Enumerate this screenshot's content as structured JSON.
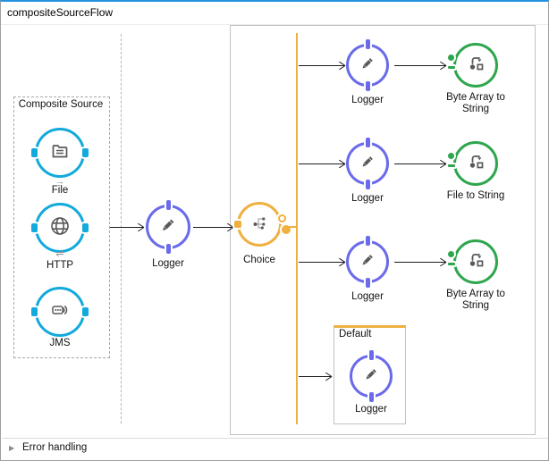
{
  "title": "compositeSourceFlow",
  "composite_source": {
    "label": "Composite Source",
    "sources": [
      {
        "label": "File",
        "icon": "file-icon",
        "direction_glyph": "→"
      },
      {
        "label": "HTTP",
        "icon": "globe-icon",
        "direction_glyph": "⇌"
      },
      {
        "label": "JMS",
        "icon": "jms-icon",
        "direction_glyph": ""
      }
    ]
  },
  "main_flow": {
    "logger_label": "Logger",
    "choice_label": "Choice"
  },
  "branches": [
    {
      "logger_label": "Logger",
      "target_label": "Byte Array to String"
    },
    {
      "logger_label": "Logger",
      "target_label": "File to String"
    },
    {
      "logger_label": "Logger",
      "target_label": "Byte Array to String"
    }
  ],
  "default_branch": {
    "label": "Default",
    "logger_label": "Logger"
  },
  "error_handling": {
    "label": "Error handling",
    "collapsed": true
  },
  "colors": {
    "top_border": "#2493df",
    "source_circle": "#12a9dc",
    "logger_circle": "#6a6bea",
    "choice_circle": "#efb041",
    "transformer_circle": "#2fa64e",
    "icon_gray": "#595959"
  }
}
